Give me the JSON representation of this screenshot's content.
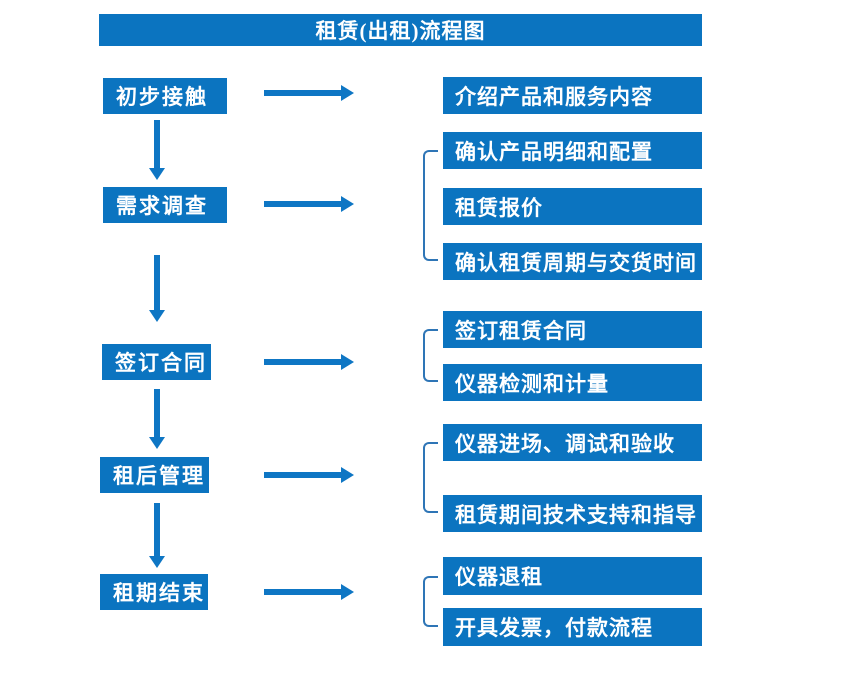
{
  "title": "租赁(出租)流程图",
  "colors": {
    "box_blue": "#0b74c0",
    "arrow_blue": "#0e76c4",
    "bracket_blue": "#2e75b6",
    "text_white": "#ffffff",
    "background": "#ffffff"
  },
  "stages": [
    {
      "label": "初步接触",
      "details": [
        "介绍产品和服务内容"
      ]
    },
    {
      "label": "需求调查",
      "details": [
        "确认产品明细和配置",
        "租赁报价",
        "确认租赁周期与交货时间"
      ]
    },
    {
      "label": "签订合同",
      "details": [
        "签订租赁合同",
        "仪器检测和计量"
      ]
    },
    {
      "label": "租后管理",
      "details": [
        "仪器进场、调试和验收",
        "租赁期间技术支持和指导"
      ]
    },
    {
      "label": "租期结束",
      "details": [
        "仪器退租",
        "开具发票，付款流程"
      ]
    }
  ]
}
